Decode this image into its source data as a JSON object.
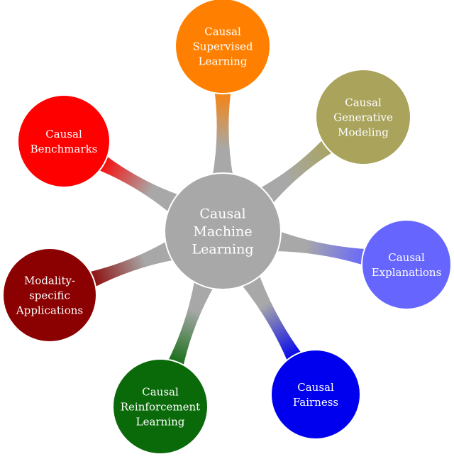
{
  "center": {
    "lines": [
      "Causal",
      "Machine",
      "Learning"
    ],
    "color": "#a8a8a8"
  },
  "branches": [
    {
      "id": "supervised",
      "lines": [
        "Causal",
        "Supervised",
        "Learning"
      ],
      "color": "#ff8000"
    },
    {
      "id": "generative",
      "lines": [
        "Causal",
        "Generative",
        "Modeling"
      ],
      "color": "#a9a35b"
    },
    {
      "id": "explanations",
      "lines": [
        "Causal",
        "Explanations"
      ],
      "color": "#6666ff"
    },
    {
      "id": "fairness",
      "lines": [
        "Causal",
        "Fairness"
      ],
      "color": "#0000ee"
    },
    {
      "id": "reinforcement",
      "lines": [
        "Causal",
        "Reinforcement",
        "Learning"
      ],
      "color": "#0a6a0a"
    },
    {
      "id": "modality",
      "lines": [
        "Modality-",
        "specific",
        "Applications"
      ],
      "color": "#8b0000"
    },
    {
      "id": "benchmarks",
      "lines": [
        "Causal",
        "Benchmarks"
      ],
      "color": "#ff0000"
    }
  ]
}
